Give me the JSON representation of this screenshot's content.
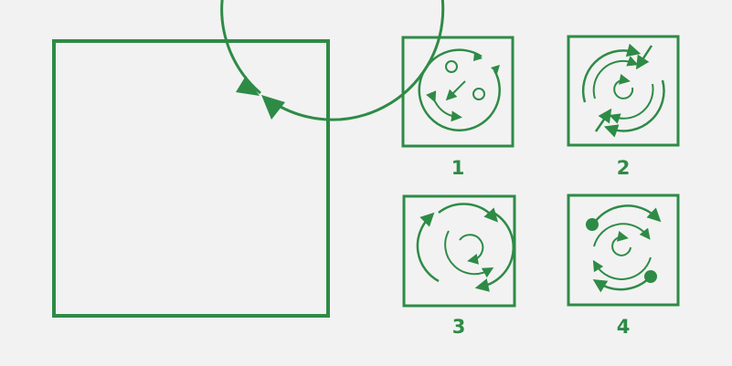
{
  "colors": {
    "stroke": "#2e8b46",
    "background": "#f2f2f2"
  },
  "options": [
    {
      "label": "1"
    },
    {
      "label": "2"
    },
    {
      "label": "3"
    },
    {
      "label": "4"
    }
  ]
}
